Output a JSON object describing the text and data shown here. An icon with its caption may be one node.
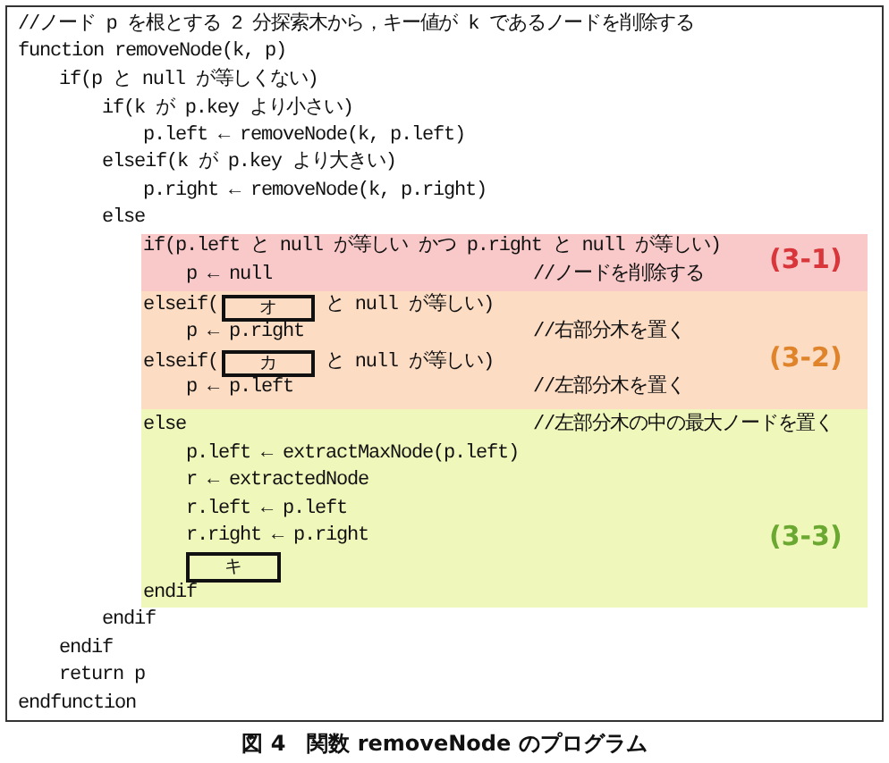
{
  "diagram": {
    "caption": "図 4　関数 removeNode のプログラム",
    "nodes": [
      {
        "text": [
          "(3-1)"
        ]
      },
      {
        "text": [
          "(3-2)"
        ]
      },
      {
        "text": [
          "オ"
        ],
        "in": 1
      },
      {
        "text": [
          "カ"
        ],
        "in": 1
      },
      {
        "text": [
          "(3-3)"
        ]
      },
      {
        "text": [
          "キ"
        ],
        "in": 4
      }
    ],
    "labels": [
      "//ノード p を根とする 2 分探索木から，キー値が k であるノードを削除する",
      "function removeNode(k, p)",
      "if(p と null が等しくない)",
      "if(k が p.key より小さい)",
      "p.left ← removeNode(k, p.left)",
      "elseif(k が p.key より大きい)",
      "p.right ← removeNode(k, p.right)",
      "else",
      "if(p.left と null が等しい かつ p.right と null が等しい)",
      "p ← null",
      "//ノードを削除する",
      "elseif(",
      "と null が等しい)",
      "p ← p.right",
      "//右部分木を置く",
      "elseif(",
      "と null が等しい)",
      "p ← p.left",
      "//左部分木を置く",
      "else",
      "//左部分木の中の最大ノードを置く",
      "p.left ← extractMaxNode(p.left)",
      "r ← extractedNode",
      "r.left ← p.left",
      "r.right ← p.right",
      "endif",
      "endif",
      "endif",
      "return p",
      "endfunction"
    ]
  }
}
